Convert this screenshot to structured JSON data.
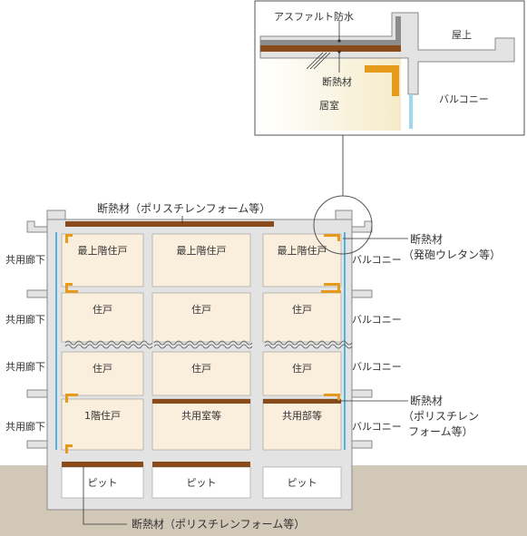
{
  "detail_inset": {
    "asphalt_waterproofing": "アスファルト防水",
    "rooftop": "屋上",
    "insulation": "断熱材",
    "living_room": "居室",
    "balcony": "バルコニー"
  },
  "building": {
    "top_insulation": "断熱材（ポリスチレンフォーム等）",
    "bottom_insulation": "断熱材（ポリスチレンフォーム等）",
    "urethane_label_line1": "断熱材",
    "urethane_label_line2": "（発砲ウレタン等）",
    "poly_label_line1": "断熱材",
    "poly_label_line2": "（ポリスチレン",
    "poly_label_line3": "フォーム等）",
    "corridor_labels": [
      "共用廊下",
      "共用廊下",
      "共用廊下",
      "共用廊下"
    ],
    "balcony_labels": [
      "バルコニー",
      "バルコニー",
      "バルコニー",
      "バルコニー"
    ],
    "rows": [
      [
        "最上階住戸",
        "最上階住戸",
        "最上階住戸"
      ],
      [
        "住戸",
        "住戸",
        "住戸"
      ],
      [
        "住戸",
        "住戸",
        "住戸"
      ],
      [
        "1階住戸",
        "共用室等",
        "共用部等"
      ],
      [
        "ピット",
        "ピット",
        "ピット"
      ]
    ]
  },
  "colors": {
    "concrete": "#e3e3e3",
    "concrete_edge": "#8a8a8a",
    "room": "#faeedd",
    "insulation_board": "#8a4b1c",
    "urethane": "#e69a1c",
    "glass": "#4fb4dc",
    "ground": "#d2c8b8"
  }
}
